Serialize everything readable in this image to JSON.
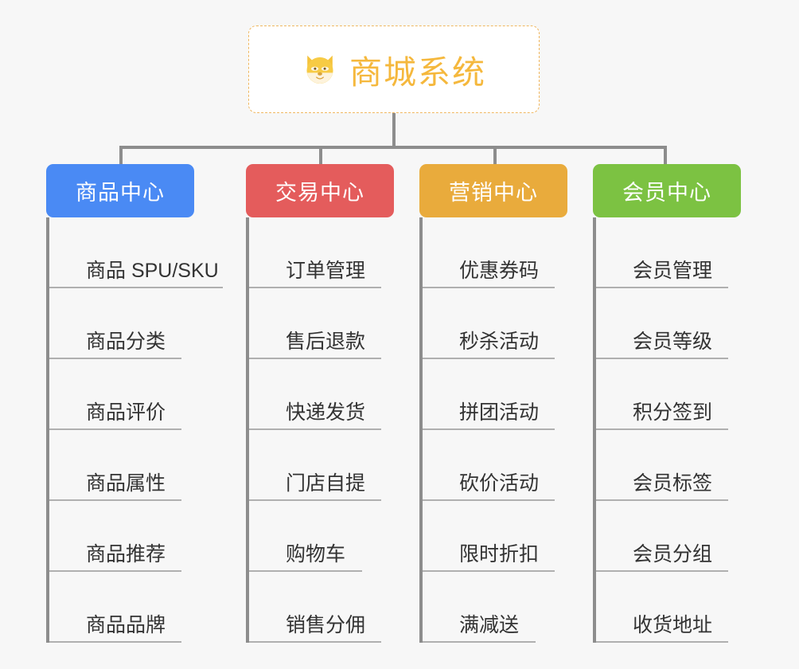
{
  "page": {
    "background_color": "#f7f7f7",
    "connector_color": "#8d8d8d",
    "rule_color": "#b0b0b0",
    "leaf_text_color": "#333333"
  },
  "root": {
    "title": "商城系统",
    "icon": "dog-face-icon",
    "text_color": "#f5b83d",
    "border_color": "#f0b760",
    "background_color": "#ffffff"
  },
  "branches": [
    {
      "label": "商品中心",
      "color": "#4a8af4",
      "items": [
        "商品 SPU/SKU",
        "商品分类",
        "商品评价",
        "商品属性",
        "商品推荐",
        "商品品牌"
      ]
    },
    {
      "label": "交易中心",
      "color": "#e45c5c",
      "items": [
        "订单管理",
        "售后退款",
        "快递发货",
        "门店自提",
        "购物车",
        "销售分佣"
      ]
    },
    {
      "label": "营销中心",
      "color": "#e9ab3c",
      "items": [
        "优惠券码",
        "秒杀活动",
        "拼团活动",
        "砍价活动",
        "限时折扣",
        "满减送"
      ]
    },
    {
      "label": "会员中心",
      "color": "#7cc242",
      "items": [
        "会员管理",
        "会员等级",
        "积分签到",
        "会员标签",
        "会员分组",
        "收货地址"
      ]
    }
  ]
}
